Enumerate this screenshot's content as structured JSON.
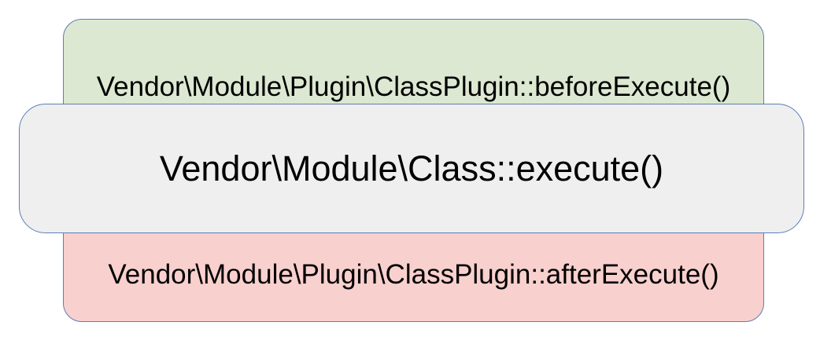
{
  "diagram": {
    "before": {
      "label": "Vendor\\Module\\Plugin\\ClassPlugin::beforeExecute()",
      "fill": "#dce8d2"
    },
    "main": {
      "label": "Vendor\\Module\\Class::execute()",
      "fill": "#efefef"
    },
    "after": {
      "label": "Vendor\\Module\\Plugin\\ClassPlugin::afterExecute()",
      "fill": "#f8d0ce"
    },
    "border_color": "#5b7fb5"
  }
}
